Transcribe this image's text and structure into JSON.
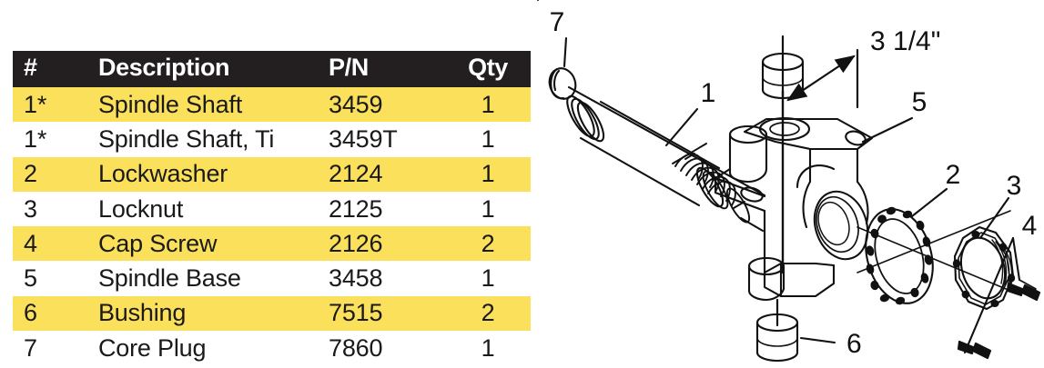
{
  "table": {
    "headers": [
      "#",
      "Description",
      "P/N",
      "Qty"
    ],
    "rows": [
      {
        "num": "1*",
        "desc": "Spindle Shaft",
        "pn": "3459",
        "qty": "1",
        "highlight": true
      },
      {
        "num": "1*",
        "desc": "Spindle Shaft, Ti",
        "pn": "3459T",
        "qty": "1",
        "highlight": false
      },
      {
        "num": "2",
        "desc": "Lockwasher",
        "pn": "2124",
        "qty": "1",
        "highlight": true
      },
      {
        "num": "3",
        "desc": "Locknut",
        "pn": "2125",
        "qty": "1",
        "highlight": false
      },
      {
        "num": "4",
        "desc": "Cap Screw",
        "pn": "2126",
        "qty": "2",
        "highlight": true
      },
      {
        "num": "5",
        "desc": "Spindle Base",
        "pn": "3458",
        "qty": "1",
        "highlight": false
      },
      {
        "num": "6",
        "desc": "Bushing",
        "pn": "7515",
        "qty": "2",
        "highlight": true
      },
      {
        "num": "7",
        "desc": "Core Plug",
        "pn": "7860",
        "qty": "1",
        "highlight": false
      }
    ]
  },
  "diagram": {
    "callouts": {
      "one": "1",
      "two": "2",
      "three": "3",
      "four": "4",
      "five": "5",
      "six": "6",
      "seven": "7"
    },
    "dimension": "3 1/4\"",
    "colors": {
      "header_bg": "#231f20",
      "row_highlight": "#fbe05c",
      "row_plain": "#ffffff",
      "line": "#111111",
      "text": "#1a1a1a"
    }
  }
}
